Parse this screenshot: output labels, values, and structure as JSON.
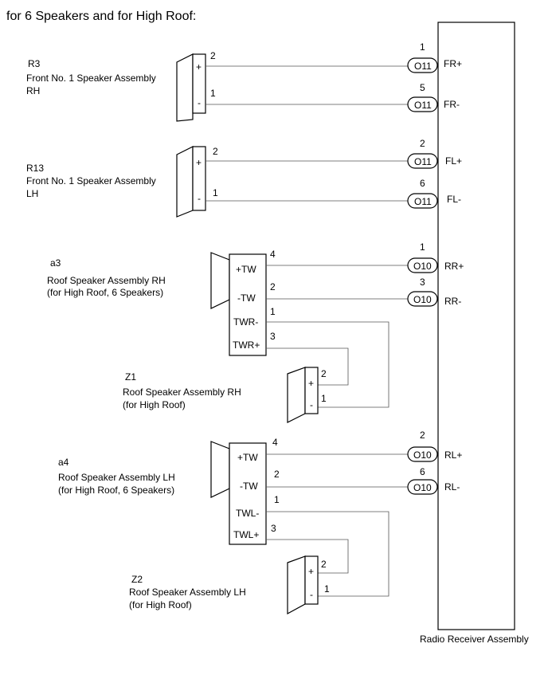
{
  "title": "for 6 Speakers and for High Roof:",
  "receiver": {
    "label": "Radio Receiver Assembly"
  },
  "connector_ids": {
    "o11": "O11",
    "o10": "O10"
  },
  "speakers": {
    "r3": {
      "code": "R3",
      "name": "Front No. 1 Speaker Assembly",
      "side": "RH",
      "pin_plus": "2",
      "pin_minus": "1"
    },
    "r13": {
      "code": "R13",
      "name": "Front No. 1 Speaker Assembly",
      "side": "LH",
      "pin_plus": "2",
      "pin_minus": "1"
    },
    "a3": {
      "code": "a3",
      "name": "Roof Speaker Assembly RH",
      "note": "(for High Roof, 6 Speakers)",
      "terms": [
        "+TW",
        "-TW",
        "TWR-",
        "TWR+"
      ],
      "pins": [
        "4",
        "2",
        "1",
        "3"
      ]
    },
    "z1": {
      "code": "Z1",
      "name": "Roof Speaker Assembly RH",
      "note": "(for High Roof)",
      "pin_plus": "2",
      "pin_minus": "1"
    },
    "a4": {
      "code": "a4",
      "name": "Roof Speaker Assembly LH",
      "note": "(for High Roof, 6 Speakers)",
      "terms": [
        "+TW",
        "-TW",
        "TWL-",
        "TWL+"
      ],
      "pins": [
        "4",
        "2",
        "1",
        "3"
      ]
    },
    "z2": {
      "code": "Z2",
      "name": "Roof Speaker Assembly LH",
      "note": "(for High Roof)",
      "pin_plus": "2",
      "pin_minus": "1"
    }
  },
  "polarity": {
    "plus": "+",
    "minus": "-"
  },
  "receiver_pins": [
    {
      "pin": "1",
      "signal": "FR+"
    },
    {
      "pin": "5",
      "signal": "FR-"
    },
    {
      "pin": "2",
      "signal": "FL+"
    },
    {
      "pin": "6",
      "signal": "FL-"
    },
    {
      "pin": "1",
      "signal": "RR+"
    },
    {
      "pin": "3",
      "signal": "RR-"
    },
    {
      "pin": "2",
      "signal": "RL+"
    },
    {
      "pin": "6",
      "signal": "RL-"
    }
  ]
}
